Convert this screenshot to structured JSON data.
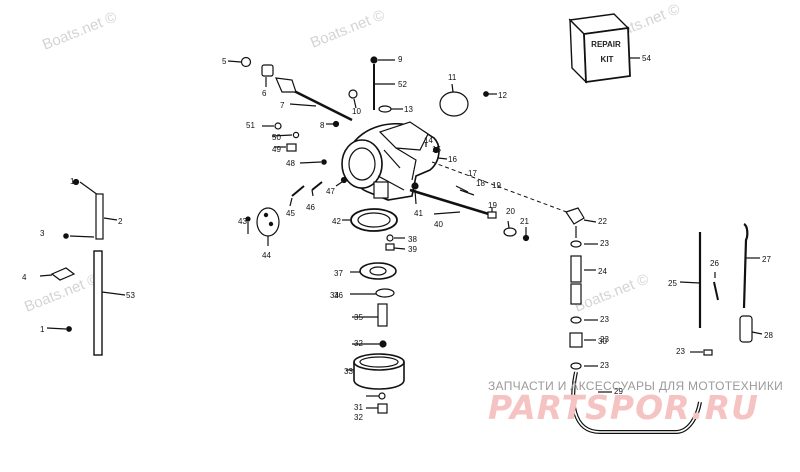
{
  "watermarks": {
    "boats_net": "Boats.net ©"
  },
  "kit_box": {
    "line1": "REPAIR",
    "line2": "KIT"
  },
  "brand": {
    "subtitle": "ЗАПЧАСТИ И АКСЕССУАРЫ ДЛЯ МОТОТЕХНИКИ",
    "logo_text": "PARTSPOR.RU"
  },
  "callouts": [
    "1",
    "1",
    "2",
    "3",
    "4",
    "5",
    "6",
    "7",
    "8",
    "9",
    "10",
    "11",
    "12",
    "13",
    "14",
    "15",
    "16",
    "17",
    "18",
    "19",
    "19",
    "20",
    "21",
    "22",
    "23",
    "23",
    "23",
    "23",
    "23",
    "24",
    "25",
    "26",
    "27",
    "28",
    "29",
    "30",
    "31",
    "32",
    "32",
    "33",
    "34",
    "35",
    "36",
    "37",
    "38",
    "39",
    "40",
    "41",
    "42",
    "43",
    "44",
    "45",
    "46",
    "47",
    "48",
    "49",
    "50",
    "51",
    "52",
    "53",
    "54"
  ]
}
